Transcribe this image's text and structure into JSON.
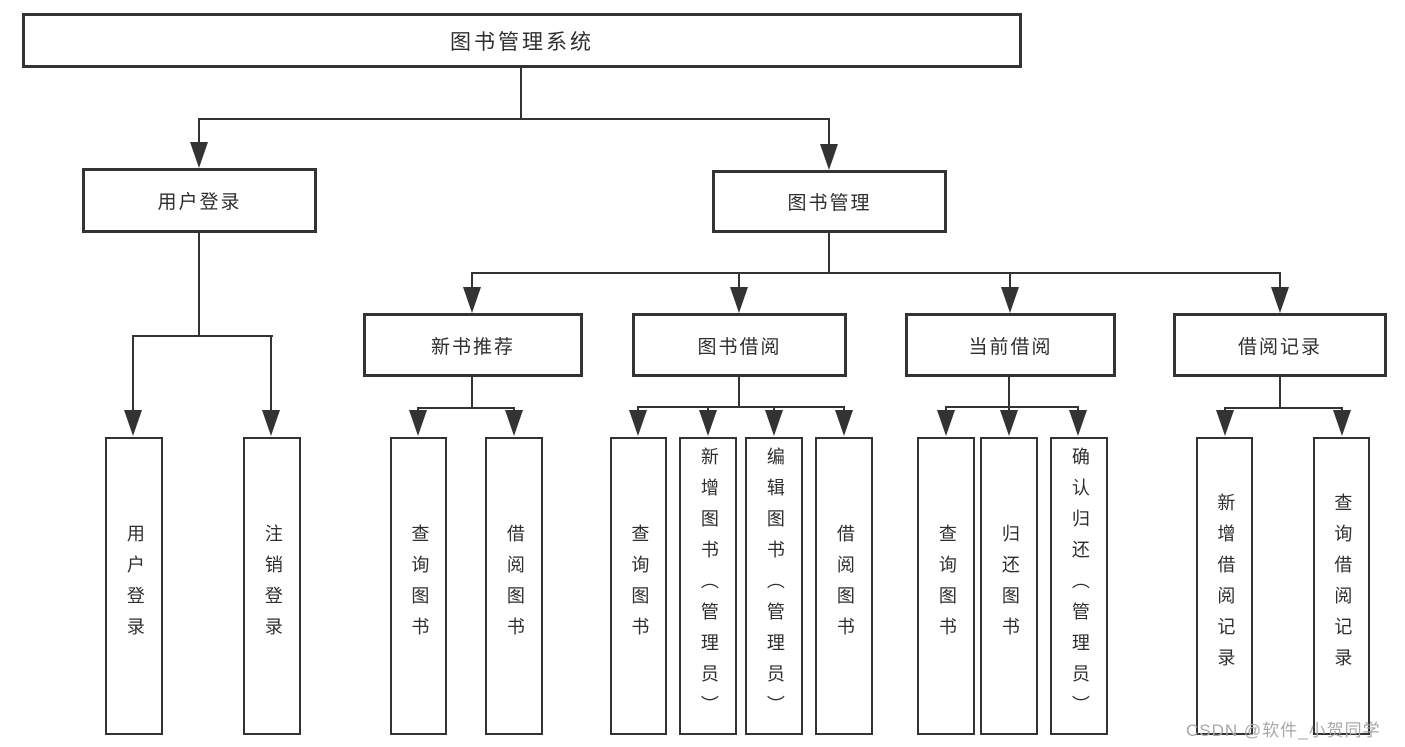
{
  "diagram": {
    "type": "hierarchy",
    "root": {
      "label": "图书管理系统"
    },
    "branches": {
      "user_login": {
        "label": "用户登录",
        "children": {
          "login": {
            "label": "用户登录"
          },
          "logout": {
            "label": "注销登录"
          }
        }
      },
      "book_mgmt": {
        "label": "图书管理",
        "children": {
          "new_book_rec": {
            "label": "新书推荐",
            "children": {
              "query_book": {
                "label": "查询图书"
              },
              "borrow_book": {
                "label": "借阅图书"
              }
            }
          },
          "book_borrow": {
            "label": "图书借阅",
            "children": {
              "query_book": {
                "label": "查询图书"
              },
              "add_book": {
                "label": "新增图书（管理员）"
              },
              "edit_book": {
                "label": "编辑图书（管理员）"
              },
              "borrow_book": {
                "label": "借阅图书"
              }
            }
          },
          "current_borrow": {
            "label": "当前借阅",
            "children": {
              "query_book": {
                "label": "查询图书"
              },
              "return_book": {
                "label": "归还图书"
              },
              "confirm_return": {
                "label": "确认归还（管理员）"
              }
            }
          },
          "borrow_records": {
            "label": "借阅记录",
            "children": {
              "add_record": {
                "label": "新增借阅记录"
              },
              "query_record": {
                "label": "查询借阅记录"
              }
            }
          }
        }
      }
    }
  },
  "watermark": {
    "text": "CSDN @软件_小贺同学",
    "color": "#a8a8a8"
  },
  "colors": {
    "line": "#333333",
    "box_border": "#333333",
    "box_background": "#ffffff",
    "canvas_background": "#ffffff",
    "text": "#2e2e2e"
  }
}
